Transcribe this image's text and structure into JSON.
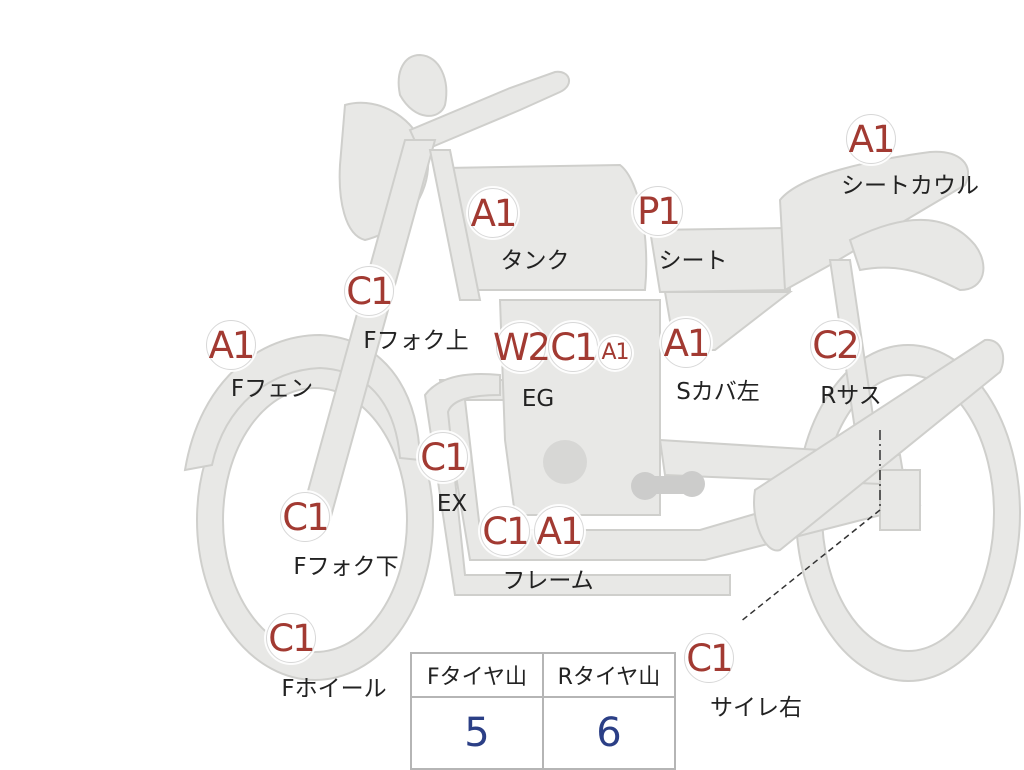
{
  "colors": {
    "code": "#a23a32",
    "label": "#222222",
    "bike_fill": "#e8e8e6",
    "bike_stroke": "#cfcfcc",
    "tread_value": "#2b3f86"
  },
  "markers": [
    {
      "code": "A1",
      "label": "シートカウル"
    },
    {
      "code": "A1",
      "label": "タンク"
    },
    {
      "code": "P1",
      "label": "シート"
    },
    {
      "code": "C1",
      "label": "Fフォク上"
    },
    {
      "code": "A1",
      "label": "Fフェン"
    },
    {
      "code": "W2",
      "label": "EG"
    },
    {
      "code": "C1",
      "label": ""
    },
    {
      "code": "A1",
      "label": ""
    },
    {
      "code": "A1",
      "label": "Sカバ左"
    },
    {
      "code": "C2",
      "label": "Rサス"
    },
    {
      "code": "C1",
      "label": "EX"
    },
    {
      "code": "C1",
      "label": "Fフォク下"
    },
    {
      "code": "C1",
      "label": ""
    },
    {
      "code": "A1",
      "label": "フレーム"
    },
    {
      "code": "C1",
      "label": "Fホイール"
    },
    {
      "code": "C1",
      "label": "サイレ右"
    }
  ],
  "tread_table": {
    "headers": [
      "Fタイヤ山",
      "Rタイヤ山"
    ],
    "values": [
      "5",
      "6"
    ]
  }
}
